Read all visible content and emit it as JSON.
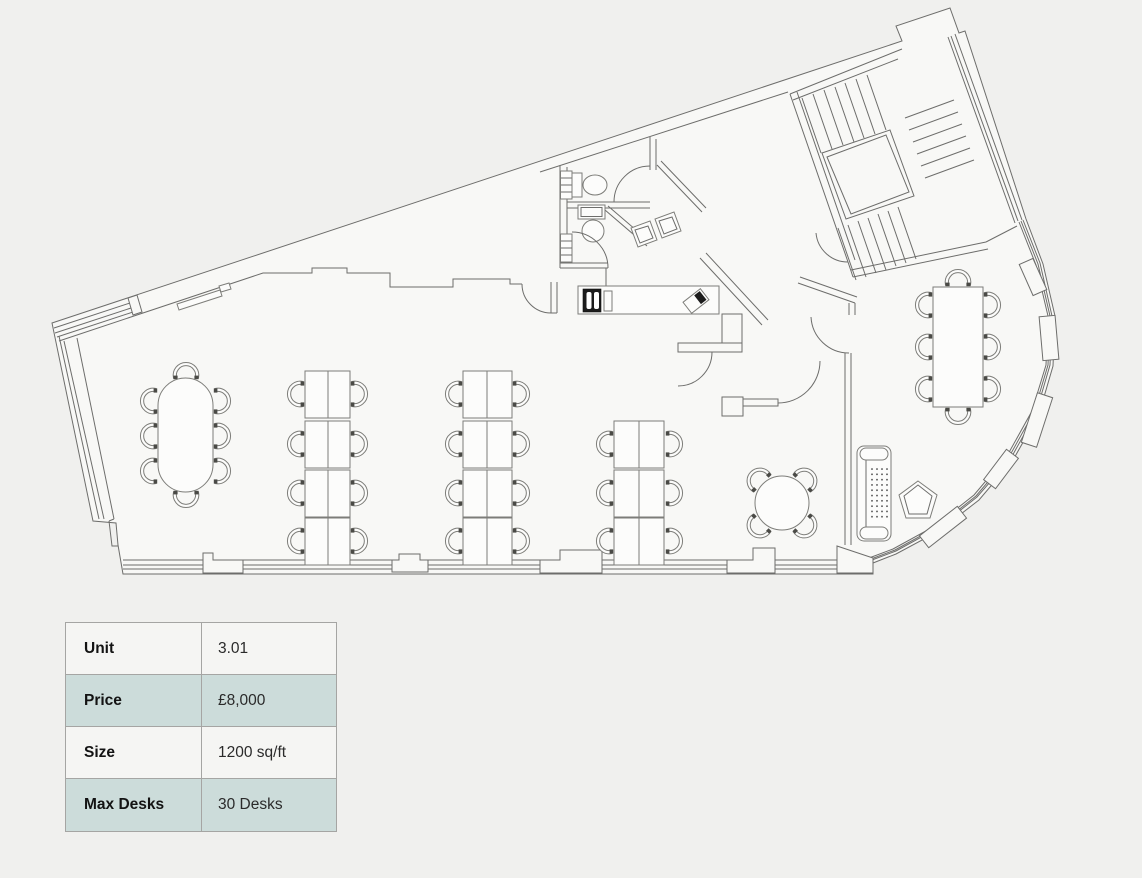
{
  "page": {
    "background": "#f0f0ee"
  },
  "floor_plan": {
    "line_color": "#6d6d6b",
    "floor_color": "#f8f8f6",
    "furniture_counts": {
      "desk_bank_desks": 22,
      "oval_table_seats": 8,
      "rect_meeting_table_seats": 8,
      "round_table_seats": 4
    }
  },
  "info_table": {
    "shaded_row_color": "#ccdcda",
    "plain_row_color": "#f5f5f3",
    "border_color": "#a5a5a3",
    "rows": [
      {
        "label": "Unit",
        "value": "3.01"
      },
      {
        "label": "Price",
        "value": "£8,000"
      },
      {
        "label": "Size",
        "value": "1200 sq/ft"
      },
      {
        "label": "Max Desks",
        "value": "30 Desks"
      }
    ]
  }
}
